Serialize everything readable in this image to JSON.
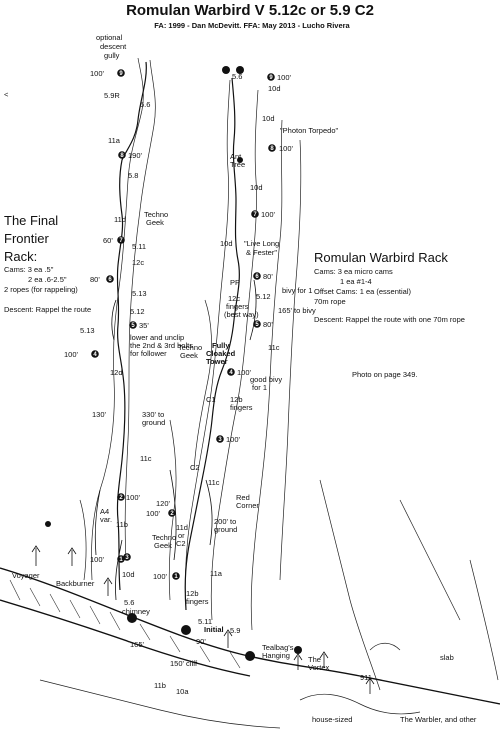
{
  "title": "Romulan Warbird V 5.12c or 5.9 C2",
  "credits": "FA: 1999 - Dan McDevitt. FFA: May 2013 - Lucho Rivera",
  "nav_arrow": "<",
  "left_rack": {
    "title_lines": [
      "The Final",
      "Frontier",
      "Rack:"
    ],
    "lines": [
      "Cams: 3 ea .5\"",
      "2 ea .6-2.5\"",
      "2 ropes (for rappeling)",
      "",
      "Descent: Rappel the route"
    ]
  },
  "right_rack": {
    "title": "Romulan Warbird Rack",
    "lines": [
      "Cams: 3 ea micro cams",
      "1 ea #1-4",
      "Offset Cams: 1 ea (essential)",
      "70m rope",
      "",
      "Descent: Rappel the route with one 70m rope"
    ]
  },
  "photo_note": "Photo on page 349.",
  "anchors": [
    {
      "n": "1",
      "len": "100'"
    },
    {
      "n": "2",
      "len": "100'"
    },
    {
      "n": "3",
      "len": "100'"
    },
    {
      "n": "4",
      "len": "100'"
    },
    {
      "n": "5",
      "len": "35'"
    },
    {
      "n": "6",
      "len": "80'"
    },
    {
      "n": "7",
      "len": "60'"
    },
    {
      "n": "8",
      "len": "190'"
    },
    {
      "n": "9",
      "len": "100'"
    },
    {
      "n": "1",
      "len": "100'"
    },
    {
      "n": "2",
      "len": "100'"
    },
    {
      "n": "3",
      "len": "100'"
    },
    {
      "n": "4",
      "len": "100'"
    },
    {
      "n": "5",
      "len": "80'"
    },
    {
      "n": "6",
      "len": "80'"
    },
    {
      "n": "7",
      "len": "100'"
    },
    {
      "n": "8",
      "len": "100'"
    },
    {
      "n": "9",
      "len": "100'"
    }
  ],
  "labels": {
    "optional_descent": "optional",
    "descent_line": "descent",
    "gully": "gully",
    "g_59r": "5.9R",
    "g_56a": "5.6",
    "g_11a": "11a",
    "g_58": "5.8",
    "g_11d": "11d",
    "techno_geek": "Techno",
    "geek": "Geek",
    "g_511": "5.11",
    "g_12c_a": "12c",
    "g_513": "5.13",
    "g_512": "5.12",
    "g_513b": "5.13",
    "lower_unclip_1": "lower and unclip",
    "lower_unclip_2": "the 2nd & 3rd bolts",
    "lower_unclip_3": "for follower",
    "g_12d": "12d",
    "len_130": "130'",
    "to_ground_1": "330' to",
    "to_ground_2": "ground",
    "g_11c_a": "11c",
    "a4_var": "A4",
    "var": "var.",
    "g_11b": "11b",
    "techno_geek_2": "Techno",
    "geek_2": "Geek",
    "g_10d": "10d",
    "voyager": "Voyager",
    "backburner": "Backburner",
    "g_56b": "5.6",
    "chimney": "chimney",
    "len_165": "165'",
    "len_150": "150' cliff",
    "g_11b_b": "11b",
    "g_10a": "10a",
    "g_56c": "5.6",
    "g_10d_b": "10d",
    "g_10d_c": "10d",
    "photon_torpedo": "\"Photon Torpedo\"",
    "ant_tree": "Ant",
    "tree": "Tree",
    "g_10d_d": "10d",
    "live_long_1": "\"Live Long",
    "live_long_2": "& Fester\"",
    "pp": "PP",
    "g_12c_b": "12c",
    "fingers_best": "fingers",
    "best_way": "(best way)",
    "g_5121": "5.12",
    "bivy_1": "bivy for 1",
    "len_165b": "165' to bivy",
    "g_11c_b": "11c",
    "fully_cloaked_1": "Fully",
    "fully_cloaked_2": "Cloaked",
    "fully_cloaked_3": "Tower",
    "good_bivy_1": "good bivy",
    "good_bivy_2": "for 1",
    "g_c1": "C1",
    "g_12b": "12b",
    "fingers_b": "fingers",
    "g_c2": "C2",
    "g_11c_c": "11c",
    "red_corner_1": "Red",
    "red_corner_2": "Corner",
    "len_120": "120'",
    "len_200_1": "200' to",
    "len_200_2": "ground",
    "g_11d_b": "11d",
    "or": "or",
    "g_c2b": "C2",
    "g_11a_b": "11a",
    "g_12b_b": "12b",
    "fingers_c": "fingers",
    "g_511b": "5.11",
    "g_59": "5.9",
    "initial": "Initial",
    "len_90": "90'",
    "tealbags_1": "Tealbag's",
    "tealbags_2": "Hanging",
    "the_vortex_1": "The",
    "the_vortex_2": "Vortex",
    "g_911": "911",
    "slab": "slab",
    "house_sized": "house-sized",
    "warbler": "The Warbler, and other"
  }
}
